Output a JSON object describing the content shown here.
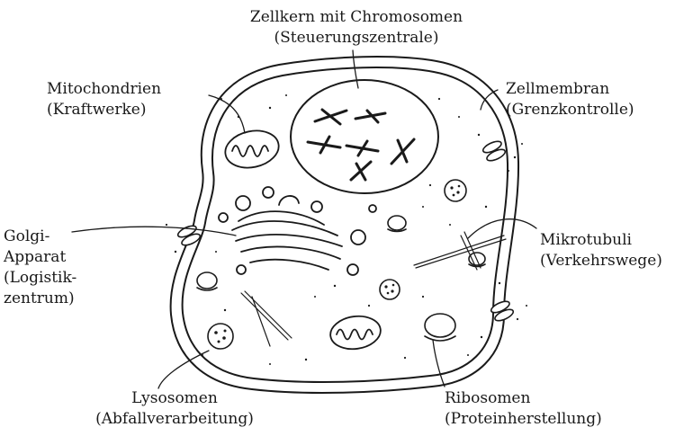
{
  "labels": {
    "nucleus": {
      "name": "Zellkern mit Chromosomen",
      "role": "(Steuerungszentrale)"
    },
    "mitochondria": {
      "name": "Mitochondrien",
      "role": "(Kraftwerke)"
    },
    "membrane": {
      "name": "Zellmembran",
      "role": "(Grenzkontrolle)"
    },
    "golgi": {
      "line1": "Golgi-",
      "line2": "Apparat",
      "line3": "(Logistik-",
      "line4": "zentrum)"
    },
    "microtubules": {
      "name": "Mikrotubuli",
      "role": "(Verkehrswege)"
    },
    "lysosomes": {
      "name": "Lysosomen",
      "role": "(Abfallverarbeitung)"
    },
    "ribosomes": {
      "name": "Ribosomen",
      "role": "(Proteinherstellung)"
    }
  },
  "colors": {
    "ink": "#1a1a1a",
    "fill": "#ffffff"
  }
}
